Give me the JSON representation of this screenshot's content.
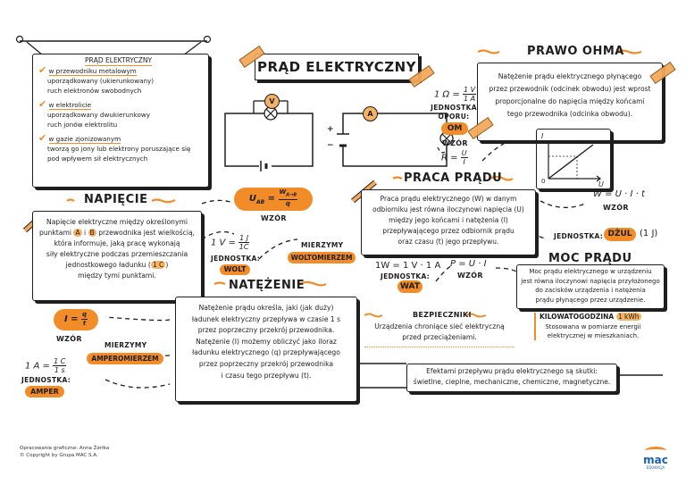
{
  "main_title": "PRĄD ELEKTRYCZNY",
  "current_box": {
    "heading": "PRĄD ELEKTRYCZNY",
    "item1_title": "w przewodniku metalowym",
    "item1_line1": "uporządkowany (ukierunkowany)",
    "item1_line2": "ruch elektronów swobodnych",
    "item2_title": "w elektrolicie",
    "item2_line1": "uporządkowany dwukierunkowy",
    "item2_line2": "ruch jonów elektrolitu",
    "item3_title": "w gazie zjonizowanym",
    "item3_line1": "tworzą go jony lub elektrony poruszające się",
    "item3_line2": "pod wpływem sił elektrycznych"
  },
  "circuit": {
    "voltmeter_label": "V",
    "ammeter_label": "A",
    "plus": "+",
    "minus": "−"
  },
  "voltage": {
    "title": "NAPIĘCIE",
    "line1": "Napięcie elektryczne między określonymi",
    "line2_pre": "punktami",
    "point_a": "A",
    "line2_mid": "i",
    "point_b": "B",
    "line2_post": "przewodnika jest wielkością,",
    "line3": "która informuje, jaką pracę wykonają",
    "line4": "siły elektryczne podczas przemieszczania",
    "line5_pre": "jednostkowego ładunku",
    "unit_charge": "1 C",
    "line5_post": ")",
    "line6": "między tymi punktami.",
    "formula_lhs": "U",
    "formula_lhs_sub": "AB",
    "formula_eq": "=",
    "formula_num": "W",
    "formula_num_sub": "A→B",
    "formula_den": "q",
    "formula_label": "WZÓR",
    "unit_lhs": "1 V =",
    "unit_num": "1 J",
    "unit_den": "1C",
    "unit_label": "JEDNOSTKA:",
    "unit_name": "WOLT",
    "measure_label": "MIERZYMY",
    "measure_device": "WOLTOMIERZEM"
  },
  "current_intensity": {
    "title": "NATĘŻENIE",
    "line1": "Natężenie prądu określa, jaki (jak duży)",
    "line2": "ładunek elektryczny przepływa w czasie 1 s",
    "line3": "przez poprzeczny przekrój przewodnika.",
    "line4": "Natężenie (I) możemy obliczyć jako iloraz",
    "line5": "ładunku elektrycznego (q) przepływającego",
    "line6": "przez poprzeczny przekrój przewodnika",
    "line7": "i czasu tego przepływu (t).",
    "formula_lhs": "I =",
    "formula_num": "q",
    "formula_den": "t",
    "formula_label": "WZÓR",
    "measure_label": "MIERZYMY",
    "measure_device": "AMPEROMIERZEM",
    "unit_lhs": "1 A =",
    "unit_num": "1 C",
    "unit_den": "1 s",
    "unit_label": "JEDNOSTKA:",
    "unit_name": "AMPER"
  },
  "ohm": {
    "title": "PRAWO OHMA",
    "line1": "Natężenie prądu elektrycznego płynącego",
    "line2": "przez przewodnik (odcinek obwodu) jest wprost",
    "line3": "proporcjonalne do napięcia między końcami",
    "line4": "tego przewodnika (odcinka obwodu).",
    "unit_lhs": "1 Ω =",
    "unit_num": "1 V",
    "unit_den": "1 A",
    "unit_label_1": "JEDNOSTKA",
    "unit_label_2": "OPORU:",
    "unit_name": "OM",
    "formula_label": "WZÓR",
    "formula_lhs": "R =",
    "formula_num": "U",
    "formula_den": "I",
    "graph_y": "I",
    "graph_x": "U",
    "graph_origin": "0"
  },
  "work": {
    "title": "PRACA PRĄDU",
    "line1": "Praca prądu elektrycznego (W) w danym",
    "line2": "odbiorniku jest równa iloczynowi napięcia (U)",
    "line3": "między jego końcami i natężenia (I)",
    "line4": "przepływającego przez odbiornik prądu",
    "line5": "oraz czasu (t) jego przepływu.",
    "formula": "W = U · I · t",
    "formula_label": "WZÓR",
    "unit_label": "JEDNOSTKA:",
    "unit_name": "DŻUL",
    "unit_extra": "(1 J)"
  },
  "power": {
    "title": "MOC PRĄDU",
    "line1": "Moc prądu elektrycznego w urządzeniu",
    "line2": "jest równa iloczynowi napięcia przyłożonego",
    "line3": "do zacisków urządzenia i natężenia",
    "line4": "prądu płynącego przez urządzenie.",
    "formula": "P = U · I",
    "formula_label": "WZÓR",
    "unit_expr": "1W = 1 V · 1 A",
    "unit_label": "JEDNOSTKA:",
    "unit_name": "WAT",
    "kwh_title": "KILOWATOGODZINA",
    "kwh_value": "1 kWh",
    "kwh_line1": "Stosowana w pomiarze energii",
    "kwh_line2": "elektrycznej w mieszkaniach."
  },
  "fuses": {
    "title": "BEZPIECZNIKI",
    "line1": "Urządzenia chroniące sieć elektryczną",
    "line2": "przed przeciążeniami."
  },
  "effects": {
    "line1": "Efektami przepływu prądu elektrycznego są skutki:",
    "line2": "świetlne, cieplne, mechaniczne, chemiczne, magnetyczne."
  },
  "footer": {
    "credit1": "Opracowanie graficzne: Anna Żerłka",
    "credit2": "© Copyright by Grupa MAC S.A.",
    "logo": "mac",
    "logo_sub": "EDUKACJA"
  },
  "colors": {
    "accent": "#f28c28",
    "ink": "#1e1e1e",
    "brand": "#1b62ad"
  }
}
